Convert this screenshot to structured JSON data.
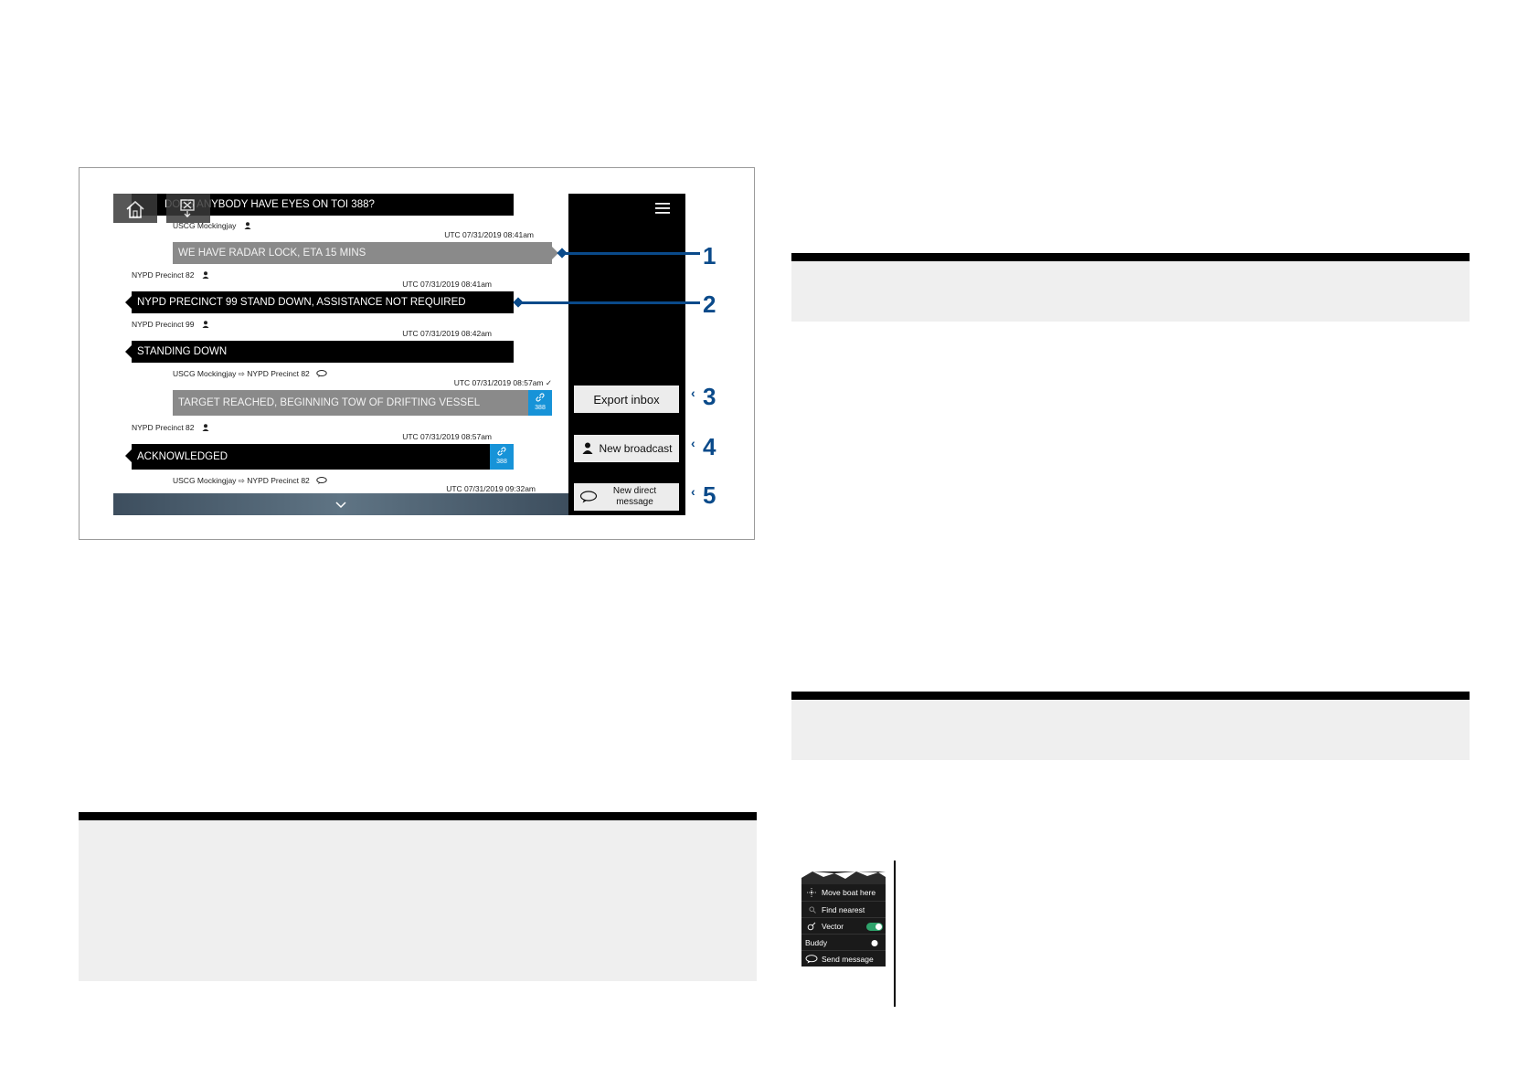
{
  "messages": [
    {
      "text": "DOES ANYBODY HAVE EYES ON TOI 388?"
    },
    {
      "sender": "USCG Mockingjay",
      "timestamp": "UTC 07/31/2019 08:41am",
      "text": "WE HAVE RADAR LOCK, ETA 15 MINS"
    },
    {
      "sender": "NYPD Precinct 82",
      "timestamp": "UTC 07/31/2019 08:41am",
      "text": "NYPD PRECINCT 99 STAND DOWN, ASSISTANCE NOT REQUIRED"
    },
    {
      "sender": "NYPD Precinct 99",
      "timestamp": "UTC 07/31/2019 08:42am",
      "text": "STANDING DOWN"
    },
    {
      "sender": "USCG Mockingjay ⇨ NYPD Precinct 82",
      "timestamp": "UTC 07/31/2019 08:57am ✓",
      "text": "TARGET REACHED, BEGINNING TOW OF DRIFTING VESSEL",
      "link": "388"
    },
    {
      "sender": "NYPD Precinct 82",
      "timestamp": "UTC 07/31/2019 08:57am",
      "text": "ACKNOWLEDGED",
      "link": "388"
    },
    {
      "sender": "USCG Mockingjay ⇨ NYPD Precinct 82",
      "timestamp": "UTC 07/31/2019 09:32am"
    }
  ],
  "sidebar": {
    "export_inbox": "Export inbox",
    "new_broadcast": "New broadcast",
    "new_direct_line1": "New direct",
    "new_direct_line2": "message"
  },
  "callouts": [
    "1",
    "2",
    "3",
    "4",
    "5"
  ],
  "context_menu": {
    "items": [
      "Move boat here",
      "Find nearest",
      "Vector",
      "Buddy",
      "Send message"
    ]
  },
  "icons": [
    "home-icon",
    "clear-icon",
    "hamburger-menu-icon",
    "chevron-down-icon",
    "user-icon",
    "chat-icon",
    "link-icon",
    "checkmark-icon",
    "toggle-icon"
  ]
}
